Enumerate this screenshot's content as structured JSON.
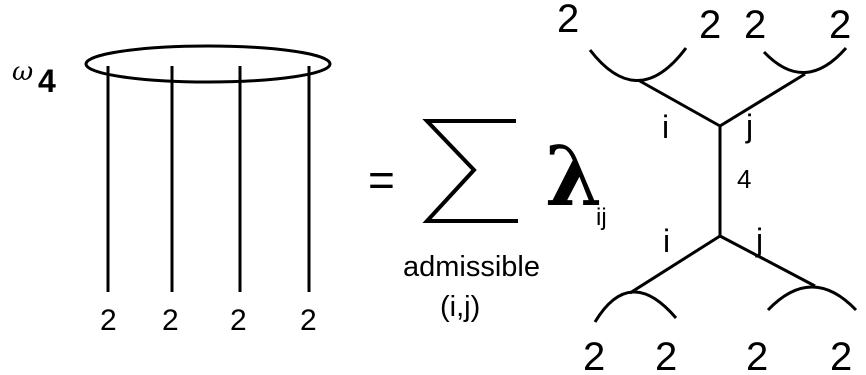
{
  "left": {
    "omega_symbol": "ω",
    "omega_subscript": "4",
    "strand_labels": [
      "2",
      "2",
      "2",
      "2"
    ]
  },
  "middle": {
    "equals": "=",
    "sum_symbol": "Σ",
    "lambda_symbol": "λ",
    "lambda_subscript": "ij",
    "sum_under_line1": "admissible",
    "sum_under_line2": "(i,j)"
  },
  "right": {
    "top_labels": [
      "2",
      "2",
      "2",
      "2"
    ],
    "bottom_labels": [
      "2",
      "2",
      "2",
      "2"
    ],
    "upper_left_edge": "i",
    "upper_right_edge": "j",
    "middle_edge": "4",
    "lower_left_edge": "i",
    "lower_right_edge": "j"
  },
  "colors": {
    "ink": "#000000",
    "background": "#ffffff"
  }
}
